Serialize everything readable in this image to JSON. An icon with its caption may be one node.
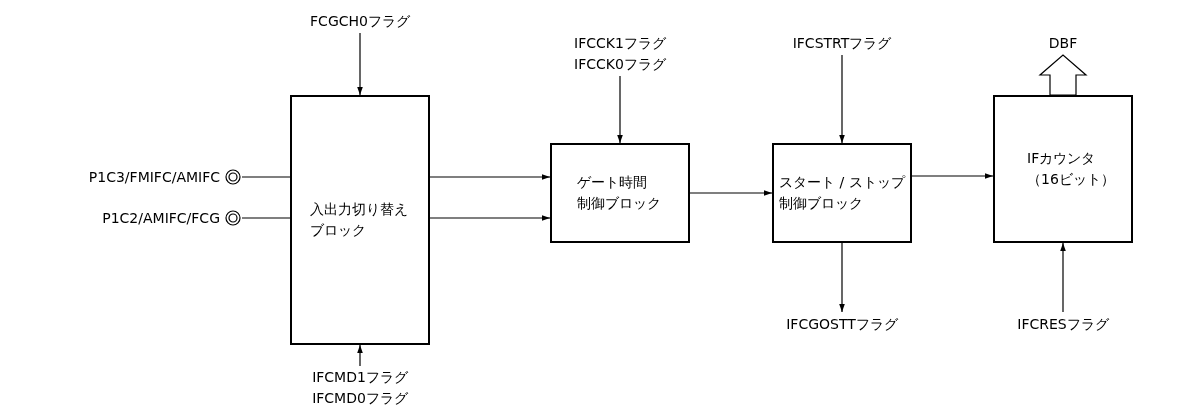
{
  "diagram": {
    "nodes": [
      {
        "text": [
          "FCGCH0フラグ"
        ]
      },
      {
        "text": [
          "入出力切り替え",
          "ブロック"
        ]
      },
      {
        "text": [
          "IFCMD1フラグ",
          "IFCMD0フラグ"
        ]
      },
      {
        "text": [
          "P1C3/FMIFC/AMIFC"
        ]
      },
      {
        "text": [
          "P1C2/AMIFC/FCG"
        ]
      },
      {
        "text": [
          "IFCCK1フラグ",
          "IFCCK0フラグ"
        ]
      },
      {
        "text": [
          "ゲート時間",
          "制御ブロック"
        ]
      },
      {
        "text": [
          "IFCSTRTフラグ"
        ]
      },
      {
        "text": [
          "スタート / ストップ",
          "制御ブロック"
        ]
      },
      {
        "text": [
          "IFCGOSTTフラグ"
        ]
      },
      {
        "text": [
          "DBF"
        ]
      },
      {
        "text": [
          "IFカウンタ",
          "（16ビット）"
        ]
      },
      {
        "text": [
          "IFCRESフラグ"
        ]
      }
    ],
    "edges": [
      {
        "from": 0,
        "to": 1,
        "arrow": "to"
      },
      {
        "from": 2,
        "to": 1,
        "arrow": "to"
      },
      {
        "from": 3,
        "to": 1,
        "arrow": "none"
      },
      {
        "from": 4,
        "to": 1,
        "arrow": "none"
      },
      {
        "from": 1,
        "to": 6,
        "arrow": "to"
      },
      {
        "from": 1,
        "to": 6,
        "arrow": "to"
      },
      {
        "from": 5,
        "to": 6,
        "arrow": "to"
      },
      {
        "from": 6,
        "to": 8,
        "arrow": "to"
      },
      {
        "from": 7,
        "to": 8,
        "arrow": "to"
      },
      {
        "from": 8,
        "to": 9,
        "arrow": "to"
      },
      {
        "from": 8,
        "to": 11,
        "arrow": "to"
      },
      {
        "from": 12,
        "to": 11,
        "arrow": "to"
      },
      {
        "from": 11,
        "to": 10,
        "arrow": "to",
        "style": "thick"
      }
    ]
  }
}
